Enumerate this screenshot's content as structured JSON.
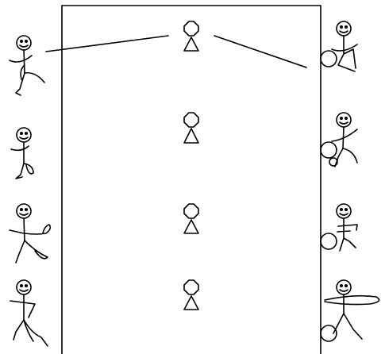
{
  "diagram": {
    "stroke_color": "#000000",
    "background_color": "#ffffff",
    "left_figures": [
      "stick-figure",
      "stick-figure",
      "stick-figure",
      "stick-figure"
    ],
    "right_figures": [
      "stick-figure-with-ball",
      "stick-figure-with-ball",
      "stick-figure-with-ball",
      "stick-figure-with-ball"
    ],
    "center_markers": [
      "cone",
      "cone",
      "cone",
      "cone"
    ]
  }
}
